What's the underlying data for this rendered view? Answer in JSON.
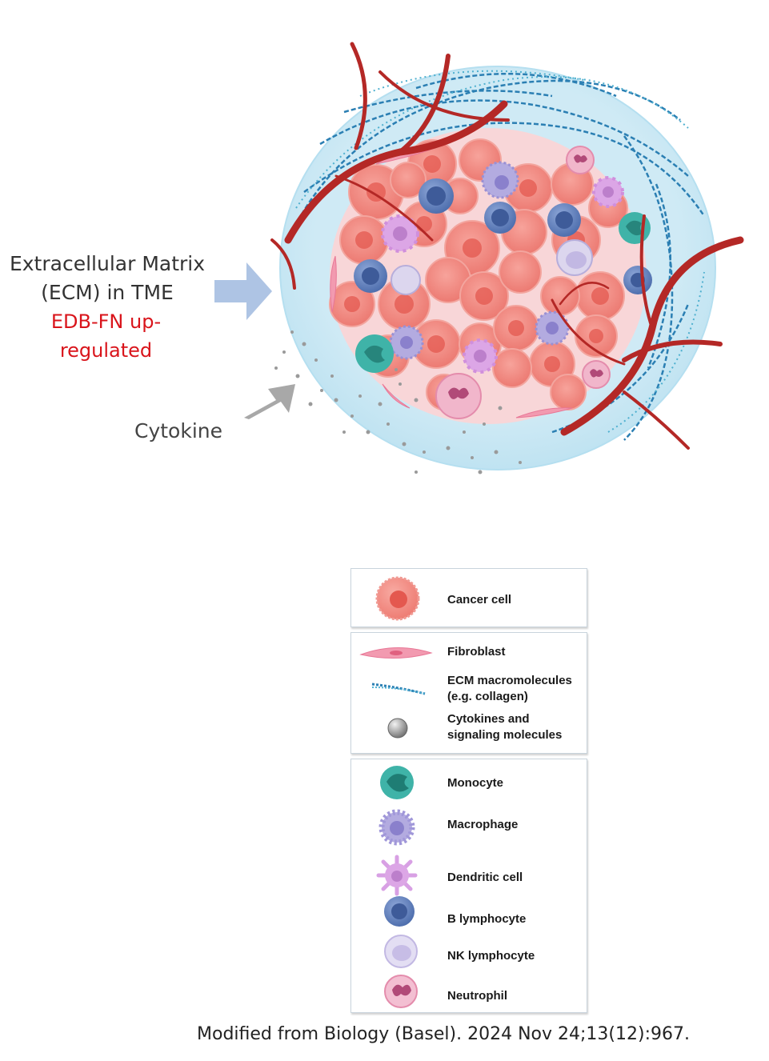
{
  "labels": {
    "ecm": "Extracellular Matrix (ECM) in TME",
    "edb": "EDB-FN up-regulated",
    "cytokine": "Cytokine"
  },
  "colors": {
    "edb_text": "#d9141b",
    "ecm_arrow": "#aec4e4",
    "cytokine_arrow": "#a8a8a8",
    "halo": "#cfeaf5",
    "tumor_core": "#f8d6d8",
    "cancer_cell": "#f2877f",
    "vessel": "#b42826",
    "collagen": "#2b7fb3"
  },
  "legend": {
    "box1": [
      {
        "label": "Cancer cell",
        "icon": "cancer-cell-icon"
      }
    ],
    "box2": [
      {
        "label": "Fibroblast",
        "icon": "fibroblast-icon"
      },
      {
        "label": "ECM macromolecules\n(e.g. collagen)",
        "icon": "collagen-icon"
      },
      {
        "label": "Cytokines and\nsignaling molecules",
        "icon": "cytokine-sphere-icon"
      }
    ],
    "box3": [
      {
        "label": "Monocyte",
        "icon": "monocyte-icon"
      },
      {
        "label": "Macrophage",
        "icon": "macrophage-icon"
      },
      {
        "label": "Dendritic cell",
        "icon": "dendritic-cell-icon"
      },
      {
        "label": "B lymphocyte",
        "icon": "b-lymphocyte-icon"
      },
      {
        "label": "NK lymphocyte",
        "icon": "nk-lymphocyte-icon"
      },
      {
        "label": "Neutrophil",
        "icon": "neutrophil-icon"
      }
    ]
  },
  "citation": "Modified from Biology (Basel). 2024 Nov 24;13(12):967."
}
